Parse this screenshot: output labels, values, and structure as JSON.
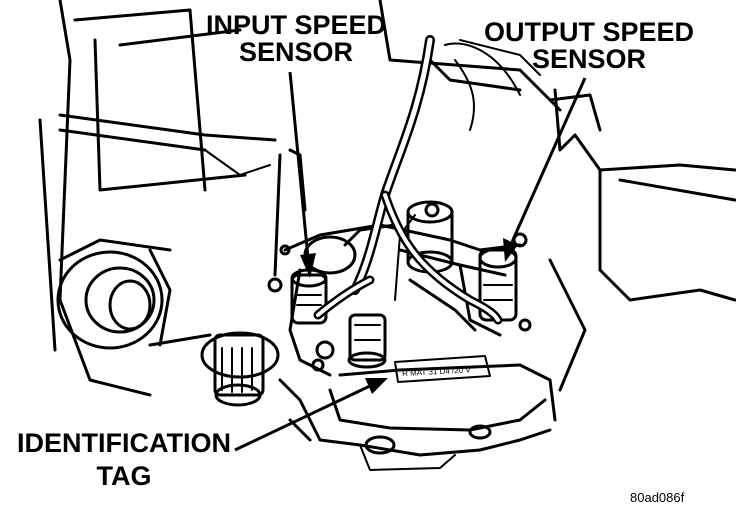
{
  "labels": {
    "input_speed_sensor": [
      "INPUT SPEED",
      "SENSOR"
    ],
    "output_speed_sensor": [
      "OUTPUT SPEED",
      "SENSOR"
    ],
    "identification_tag": [
      "IDENTIFICATION",
      "TAG"
    ],
    "tag_inscription": "R MAT 31 D4 /20 V",
    "figure_code": "80ad086f"
  },
  "colors": {
    "ink": "#000000",
    "paper": "#ffffff"
  }
}
